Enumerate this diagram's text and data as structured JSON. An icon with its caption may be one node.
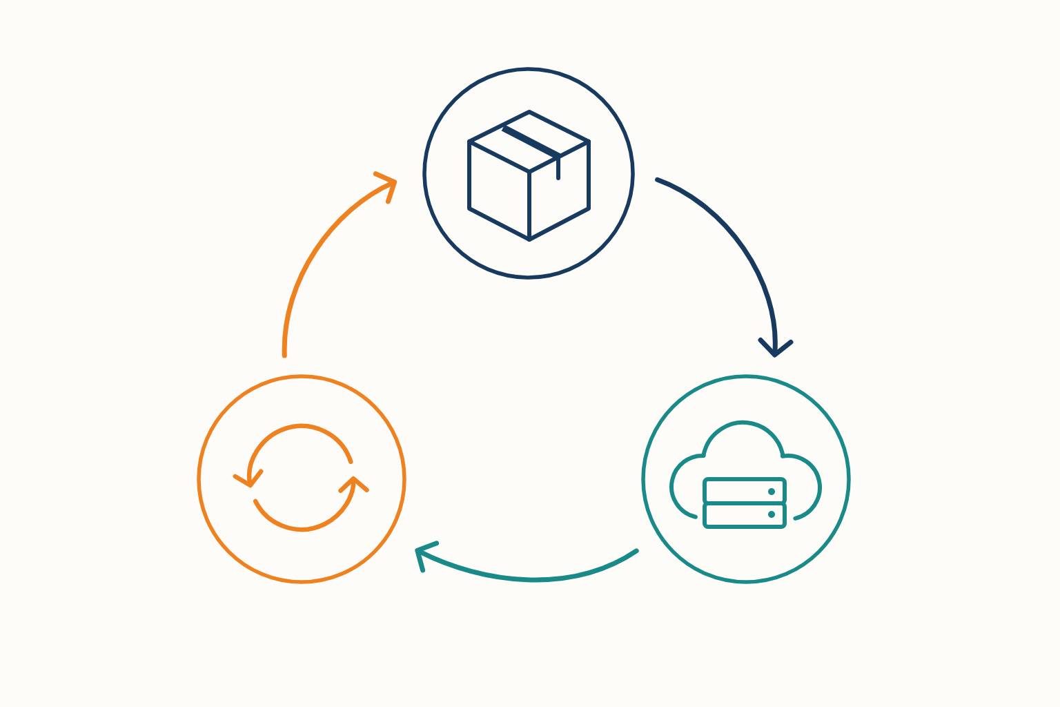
{
  "diagram": {
    "nodes": [
      {
        "text": [],
        "shape": "circle"
      },
      {
        "text": [],
        "shape": "circle"
      },
      {
        "text": [],
        "shape": "circle"
      }
    ],
    "edges": [
      {
        "from": 0,
        "to": 2,
        "arrow": "to",
        "color": "#173a5e"
      },
      {
        "from": 2,
        "to": 1,
        "arrow": "to",
        "color": "#1a8a88"
      },
      {
        "from": 1,
        "to": 0,
        "arrow": "to",
        "color": "#ee8120"
      }
    ]
  }
}
